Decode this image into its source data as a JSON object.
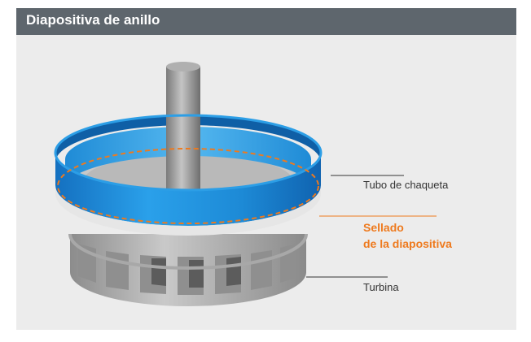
{
  "header": {
    "title": "Diapositiva de anillo"
  },
  "colors": {
    "header_bg": "#5e666d",
    "panel_bg": "#ececec",
    "ring_blue": "#1e8fd8",
    "seal_accent": "#ee7a1e",
    "shaft_gray": "#9a9a9a",
    "turbine_gray": "#b8b8b8"
  },
  "labels": {
    "jacket_tube": "Tubo de chaqueta",
    "slide_seal_line1": "Sellado",
    "slide_seal_line2": "de la diapositiva",
    "turbine": "Turbina"
  }
}
